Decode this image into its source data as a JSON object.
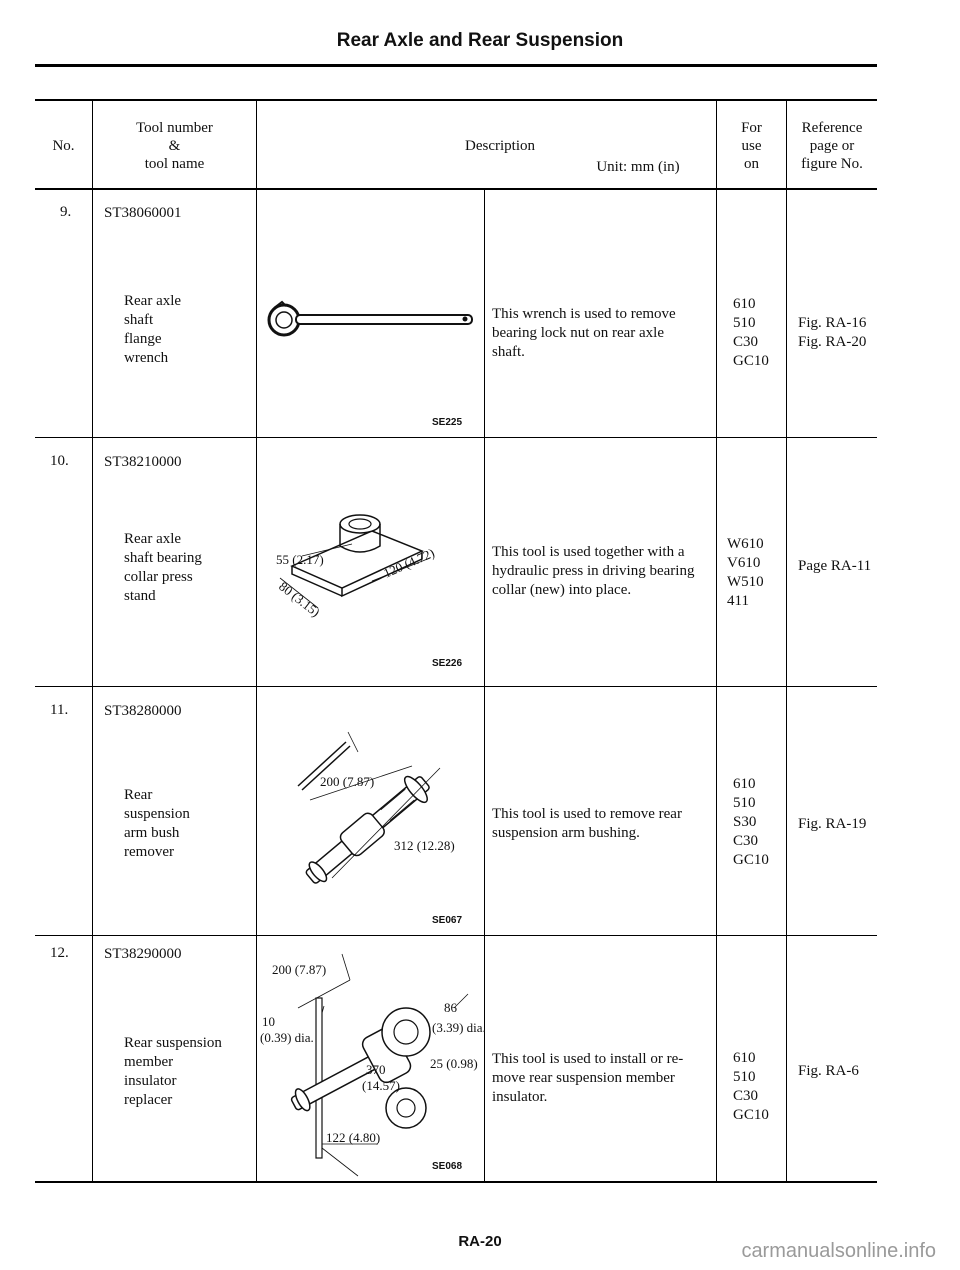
{
  "page_title": "Rear Axle and Rear Suspension",
  "table": {
    "headers": {
      "no": "No.",
      "tool_lines": [
        "Tool number",
        "&",
        "tool name"
      ],
      "description": "Description",
      "unit": "Unit: mm (in)",
      "for_lines": [
        "For",
        "use",
        "on"
      ],
      "ref_lines": [
        "Reference",
        "page or",
        "figure No."
      ]
    },
    "rows": [
      {
        "no": "9.",
        "tool_number": "ST38060001",
        "tool_name_lines": [
          "Rear axle",
          "shaft",
          "flange",
          "wrench"
        ],
        "figure_code": "SE225",
        "figure_labels": [],
        "description_lines": [
          "This wrench is used to remove",
          "bearing lock nut on rear axle",
          "shaft."
        ],
        "use_on": [
          "610",
          "510",
          "C30",
          "GC10"
        ],
        "reference": [
          "Fig. RA-16",
          "Fig. RA-20"
        ]
      },
      {
        "no": "10.",
        "tool_number": "ST38210000",
        "tool_name_lines": [
          "Rear axle",
          "shaft bearing",
          "collar press",
          "stand"
        ],
        "figure_code": "SE226",
        "figure_labels": [
          "55 (2.17)",
          "120 (4.72)",
          "80 (3.15)"
        ],
        "description_lines": [
          "This tool is used together with a",
          "hydraulic press in driving bearing",
          "collar (new) into place."
        ],
        "use_on": [
          "W610",
          "V610",
          "W510",
          "411"
        ],
        "reference": [
          "Page RA-11"
        ]
      },
      {
        "no": "11.",
        "tool_number": "ST38280000",
        "tool_name_lines": [
          "Rear",
          "suspension",
          "arm bush",
          "remover"
        ],
        "figure_code": "SE067",
        "figure_labels": [
          "200 (7.87)",
          "312 (12.28)"
        ],
        "description_lines": [
          "This tool is used to remove rear",
          "suspension arm bushing."
        ],
        "use_on": [
          "610",
          "510",
          "S30",
          "C30",
          "GC10"
        ],
        "reference": [
          "Fig. RA-19"
        ]
      },
      {
        "no": "12.",
        "tool_number": "ST38290000",
        "tool_name_lines": [
          "Rear suspension",
          "member",
          "insulator",
          "replacer"
        ],
        "figure_code": "SE068",
        "figure_labels": [
          "200 (7.87)",
          "10",
          "(0.39) dia.",
          "86",
          "(3.39) dia.",
          "25 (0.98)",
          "370",
          "(14.57)",
          "122 (4.80)"
        ],
        "description_lines": [
          "This tool is used to install or re-",
          "move rear suspension member",
          "insulator."
        ],
        "use_on": [
          "610",
          "510",
          "C30",
          "GC10"
        ],
        "reference": [
          "Fig. RA-6"
        ]
      }
    ]
  },
  "page_number": "RA-20",
  "watermark": "carmanualsonline.info"
}
